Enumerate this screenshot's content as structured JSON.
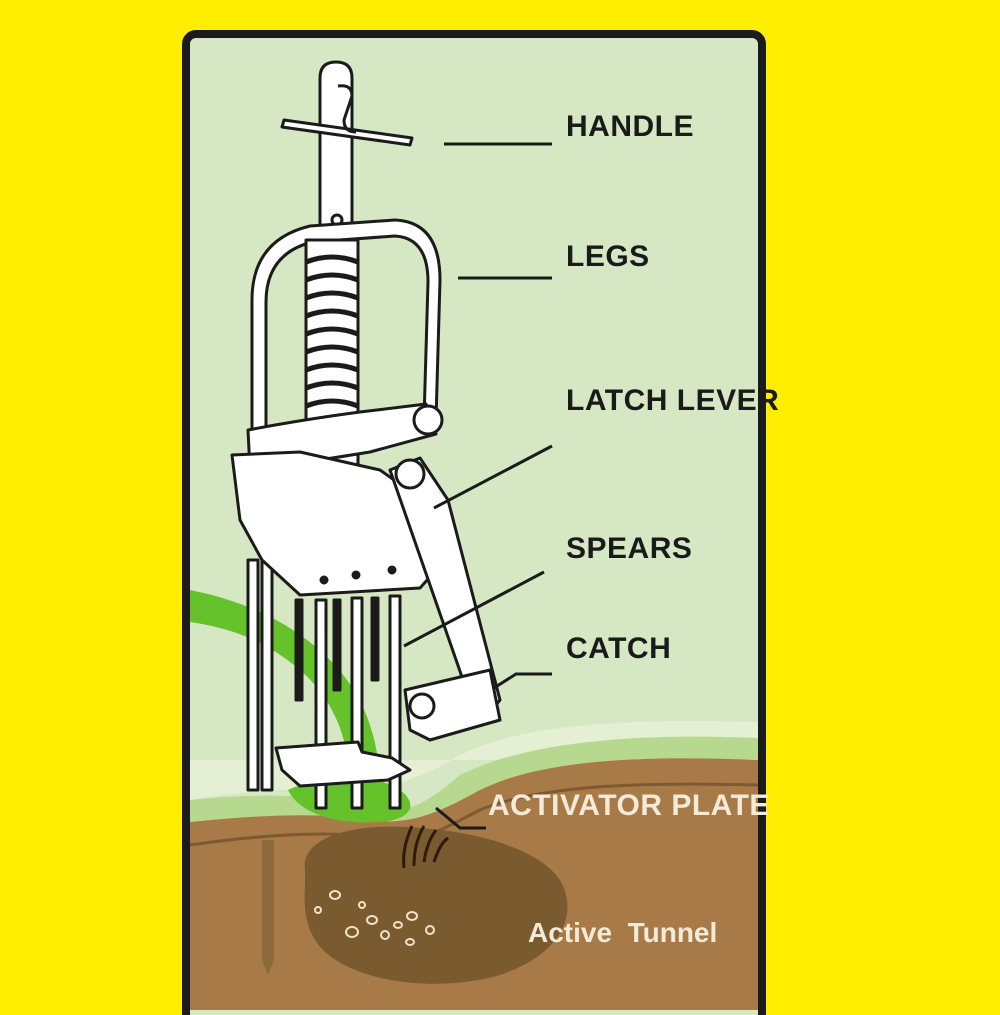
{
  "colors": {
    "background": "#ffee00",
    "panel": "#d6e8c3",
    "grass": "#66c22a",
    "soil": "#a87a48",
    "tunnel": "#7a5a2f",
    "frame": "#1b1b1b",
    "metal": "#ffffff"
  },
  "labels": {
    "handle": "HANDLE",
    "legs": "LEGS",
    "latch_lever": "LATCH LEVER",
    "spears": "SPEARS",
    "catch": "CATCH",
    "activator_plate": "ACTIVATOR PLATE",
    "active_tunnel": "Active  Tunnel"
  }
}
